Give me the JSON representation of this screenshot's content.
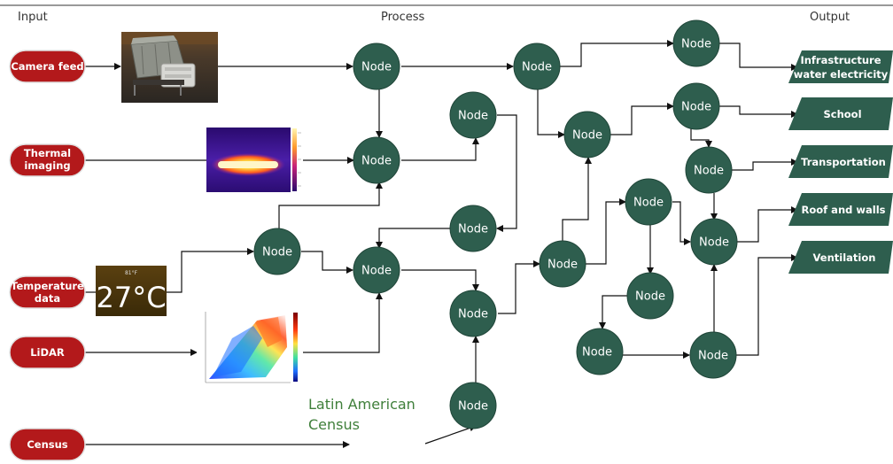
{
  "headers": {
    "input": "Input",
    "process": "Process",
    "output": "Output"
  },
  "inputs": [
    {
      "id": "camera",
      "lines": [
        "Camera feed"
      ]
    },
    {
      "id": "thermal",
      "lines": [
        "Thermal",
        "imaging"
      ]
    },
    {
      "id": "temperature",
      "lines": [
        "Temperature",
        "data"
      ]
    },
    {
      "id": "lidar",
      "lines": [
        "LiDAR"
      ]
    },
    {
      "id": "census",
      "lines": [
        "Census"
      ]
    }
  ],
  "node_label": "Node",
  "outputs": [
    {
      "id": "infrastructure",
      "lines": [
        "Infrastructure",
        "water electricity"
      ]
    },
    {
      "id": "school",
      "lines": [
        "School"
      ]
    },
    {
      "id": "transportation",
      "lines": [
        "Transportation"
      ]
    },
    {
      "id": "roof",
      "lines": [
        "Roof and walls"
      ]
    },
    {
      "id": "ventilation",
      "lines": [
        "Ventilation"
      ]
    }
  ],
  "temperature_display": {
    "value": "27°C",
    "small": "81°F"
  },
  "census_annotation": [
    "Latin American",
    "Census"
  ],
  "colors": {
    "input_fill": "#b3191b",
    "input_stroke": "#e0e0e0",
    "node_fill": "#2e5e4e",
    "node_stroke": "#1f4538",
    "output_fill": "#2e5e4e",
    "edge": "#111111"
  }
}
